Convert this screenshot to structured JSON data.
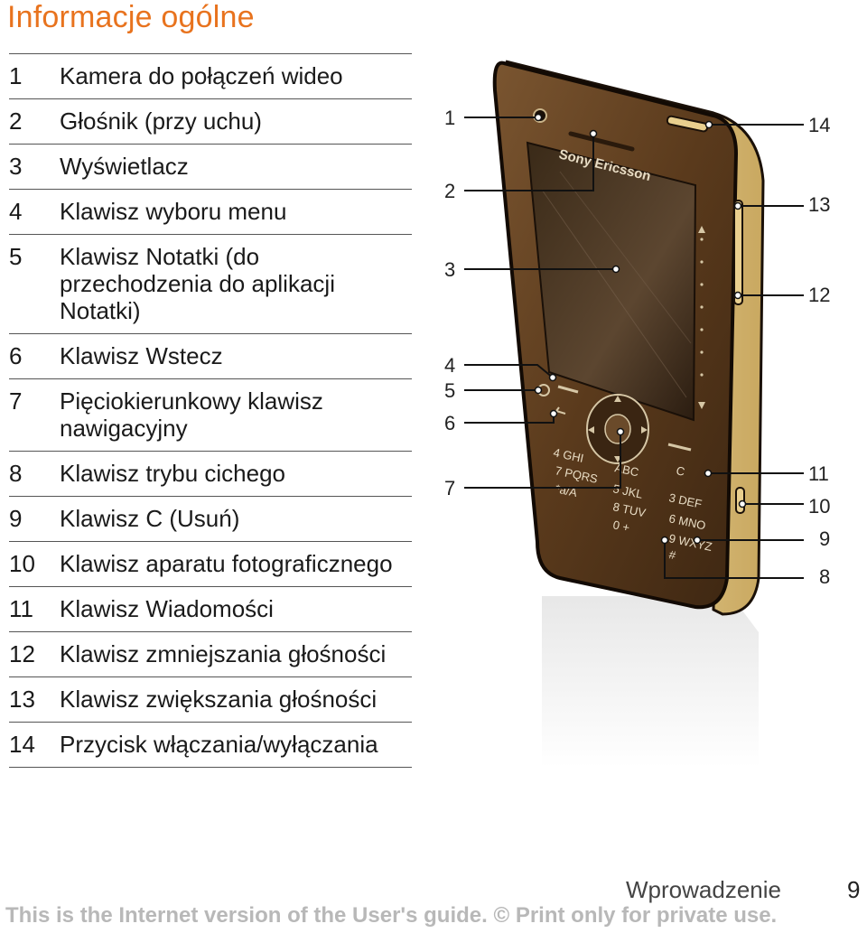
{
  "page": {
    "title": "Informacje ogólne",
    "section_name": "Wprowadzenie",
    "page_number": "9",
    "watermark": "This is the Internet version of the User's guide. © Print only for private use."
  },
  "parts": [
    {
      "num": "1",
      "label": "Kamera do połączeń wideo"
    },
    {
      "num": "2",
      "label": "Głośnik (przy uchu)"
    },
    {
      "num": "3",
      "label": "Wyświetlacz"
    },
    {
      "num": "4",
      "label": "Klawisz wyboru menu"
    },
    {
      "num": "5",
      "label": "Klawisz Notatki (do przechodzenia do aplikacji Notatki)"
    },
    {
      "num": "6",
      "label": "Klawisz Wstecz"
    },
    {
      "num": "7",
      "label": "Pięciokierunkowy klawisz nawigacyjny"
    },
    {
      "num": "8",
      "label": "Klawisz trybu cichego"
    },
    {
      "num": "9",
      "label": "Klawisz C (Usuń)"
    },
    {
      "num": "10",
      "label": "Klawisz aparatu fotograficznego"
    },
    {
      "num": "11",
      "label": "Klawisz Wiadomości"
    },
    {
      "num": "12",
      "label": "Klawisz zmniejszania głośności"
    },
    {
      "num": "13",
      "label": "Klawisz zwiększania głośności"
    },
    {
      "num": "14",
      "label": "Przycisk włączania/wyłączania"
    }
  ],
  "phone": {
    "brand": "Sony Ericsson",
    "keypad": [
      "4 GHI",
      "ABC",
      "C",
      "7 PQRS",
      "5 JKL",
      "3 DEF",
      "*a/A",
      "8 TUV",
      "6 MNO",
      "0 +",
      "9 WXYZ",
      "#"
    ]
  },
  "colors": {
    "title": "#e8731e",
    "phone_body": "#5a3a1c",
    "phone_gold": "#e9cf8e",
    "watermark": "#b8b8b8"
  }
}
